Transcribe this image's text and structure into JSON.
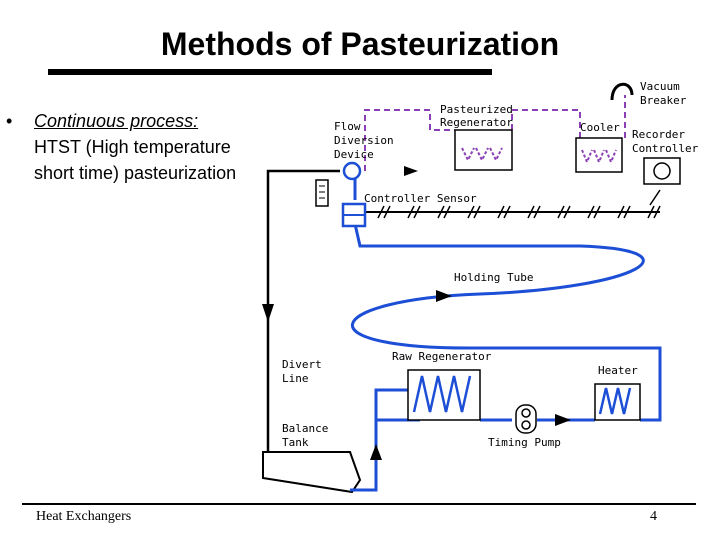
{
  "slide": {
    "title": "Methods of Pasteurization",
    "bullet": {
      "marker": "•",
      "heading": "Continuous process:",
      "text": "HTST (High temperature short time) pasteurization"
    },
    "footer": {
      "left": "Heat Exchangers",
      "page": "4"
    }
  },
  "diagram": {
    "labels": {
      "vacuum_breaker_1": "Vacuum",
      "vacuum_breaker_2": "Breaker",
      "pasteurized_regen_1": "Pasteurized",
      "pasteurized_regen_2": "Regenerator",
      "cooler": "Cooler",
      "flow_diversion_1": "Flow",
      "flow_diversion_2": "Diversion",
      "flow_diversion_3": "Device",
      "recorder_1": "Recorder",
      "recorder_2": "Controller",
      "controller_sensor": "Controller Sensor",
      "holding_tube": "Holding Tube",
      "divert_line_1": "Divert",
      "divert_line_2": "Line",
      "raw_regen": "Raw Regenerator",
      "heater": "Heater",
      "balance_tank_1": "Balance",
      "balance_tank_2": "Tank",
      "timing_pump": "Timing Pump"
    },
    "colors": {
      "product": "#1c4fd6",
      "dashed": "#8b3fb5",
      "line": "#000000"
    }
  }
}
